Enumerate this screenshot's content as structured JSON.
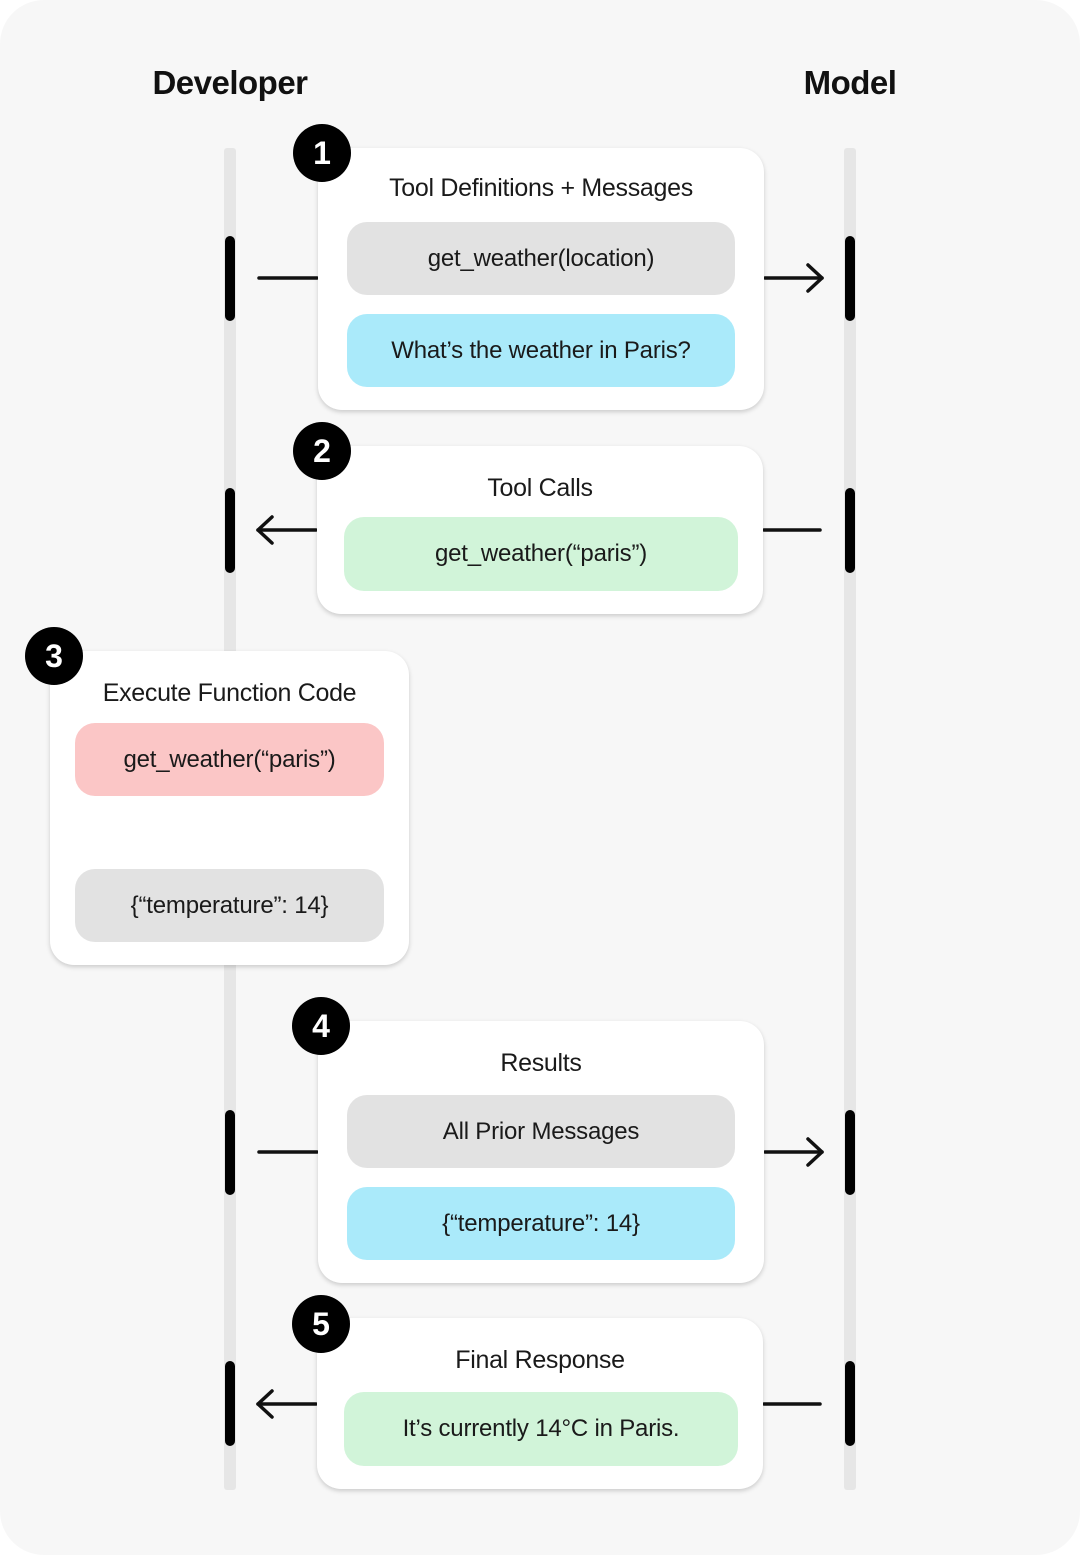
{
  "columns": {
    "developer": "Developer",
    "model": "Model"
  },
  "steps": [
    {
      "number": "1",
      "title": "Tool Definitions + Messages",
      "items": [
        "get_weather(location)",
        "What’s the weather in Paris?"
      ]
    },
    {
      "number": "2",
      "title": "Tool Calls",
      "items": [
        "get_weather(“paris”)"
      ]
    },
    {
      "number": "3",
      "title": "Execute Function Code",
      "items": [
        "get_weather(“paris”)",
        "{“temperature”: 14}"
      ]
    },
    {
      "number": "4",
      "title": "Results",
      "items": [
        "All Prior Messages",
        "{“temperature”: 14}"
      ]
    },
    {
      "number": "5",
      "title": "Final Response",
      "items": [
        "It’s currently 14°C in Paris."
      ]
    }
  ],
  "colors": {
    "gray": "#e2e2e2",
    "blue": "#aaeafa",
    "green": "#d1f4d9",
    "red": "#fbc6c6"
  }
}
